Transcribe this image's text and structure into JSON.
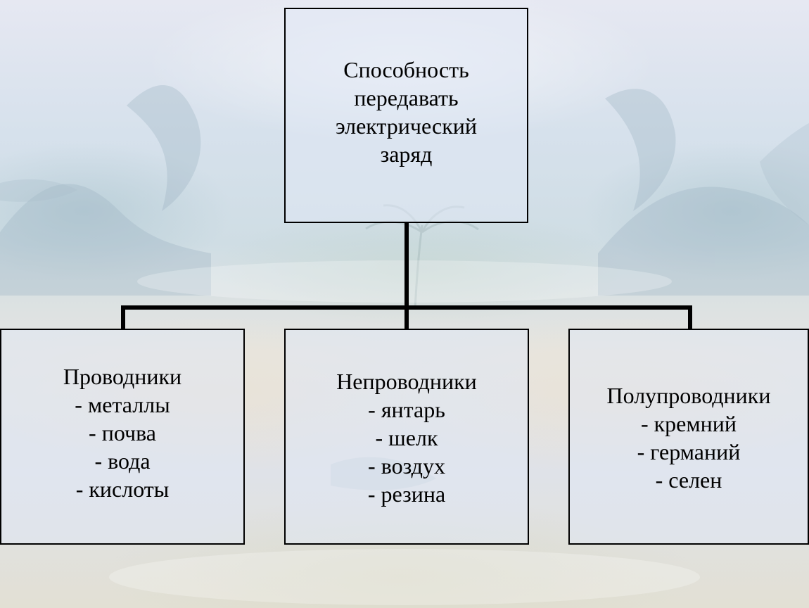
{
  "diagram": {
    "root": {
      "lines": [
        "Способность",
        "передавать",
        "электрический",
        "заряд"
      ]
    },
    "children": [
      {
        "title": "Проводники",
        "items": [
          "- металлы",
          "- почва",
          "- вода",
          "- кислоты"
        ]
      },
      {
        "title": "Непроводники",
        "items": [
          "- янтарь",
          "- шелк",
          "- воздух",
          "- резина"
        ]
      },
      {
        "title": "Полупроводники",
        "items": [
          "- кремний",
          "- германий",
          "- селен"
        ]
      }
    ]
  },
  "colors": {
    "line": "#000000",
    "box_fill": "#e0e8f4"
  }
}
